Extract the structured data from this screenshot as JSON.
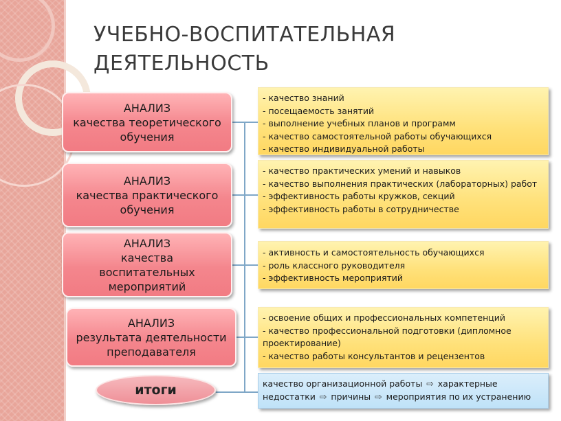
{
  "title_lines": [
    "УЧЕБНО-ВОСПИТАТЕЛЬНАЯ",
    "ДЕЯТЕЛЬНОСТЬ"
  ],
  "analysis_boxes": [
    {
      "lines": [
        "АНАЛИЗ",
        "качества теоретического",
        "обучения"
      ]
    },
    {
      "lines": [
        "АНАЛИЗ",
        "качества практического",
        "обучения"
      ]
    },
    {
      "lines": [
        "АНАЛИЗ",
        "качества",
        "воспитательных",
        "мероприятий"
      ]
    },
    {
      "lines": [
        "АНАЛИЗ",
        "результата деятельности",
        "преподавателя"
      ]
    }
  ],
  "criteria_boxes": [
    {
      "items": [
        "- качество знаний",
        "- посещаемость занятий",
        "- выполнение учебных планов и программ",
        "- качество самостоятельной работы обучающихся",
        "- качество индивидуальной работы"
      ]
    },
    {
      "items": [
        "- качество практических умений и навыков",
        "- качество выполнения практических (лабораторных) работ",
        "- эффективность работы кружков, секций",
        "- эффективность работы в сотрудничестве"
      ]
    },
    {
      "items": [
        "- активность и самостоятельность обучающихся",
        "- роль классного руководителя",
        "- эффективность мероприятий"
      ]
    },
    {
      "items": [
        "- освоение общих и профессиональных компетенций",
        "- качество профессиональной подготовки (дипломное проектирование)",
        "- качество работы консультантов и рецензентов"
      ]
    }
  ],
  "results": {
    "label": "итоги",
    "parts": [
      "качество организационной работы",
      "характерные недостатки",
      "причины",
      "мероприятия по их устранению"
    ]
  },
  "icons": {
    "arrow": "outline-right-arrow-icon"
  },
  "colors": {
    "red_box": "#f4868d",
    "yellow_box": "#ffe17a",
    "blue_box": "#bfe2f8",
    "strip": "#e8a59a"
  }
}
